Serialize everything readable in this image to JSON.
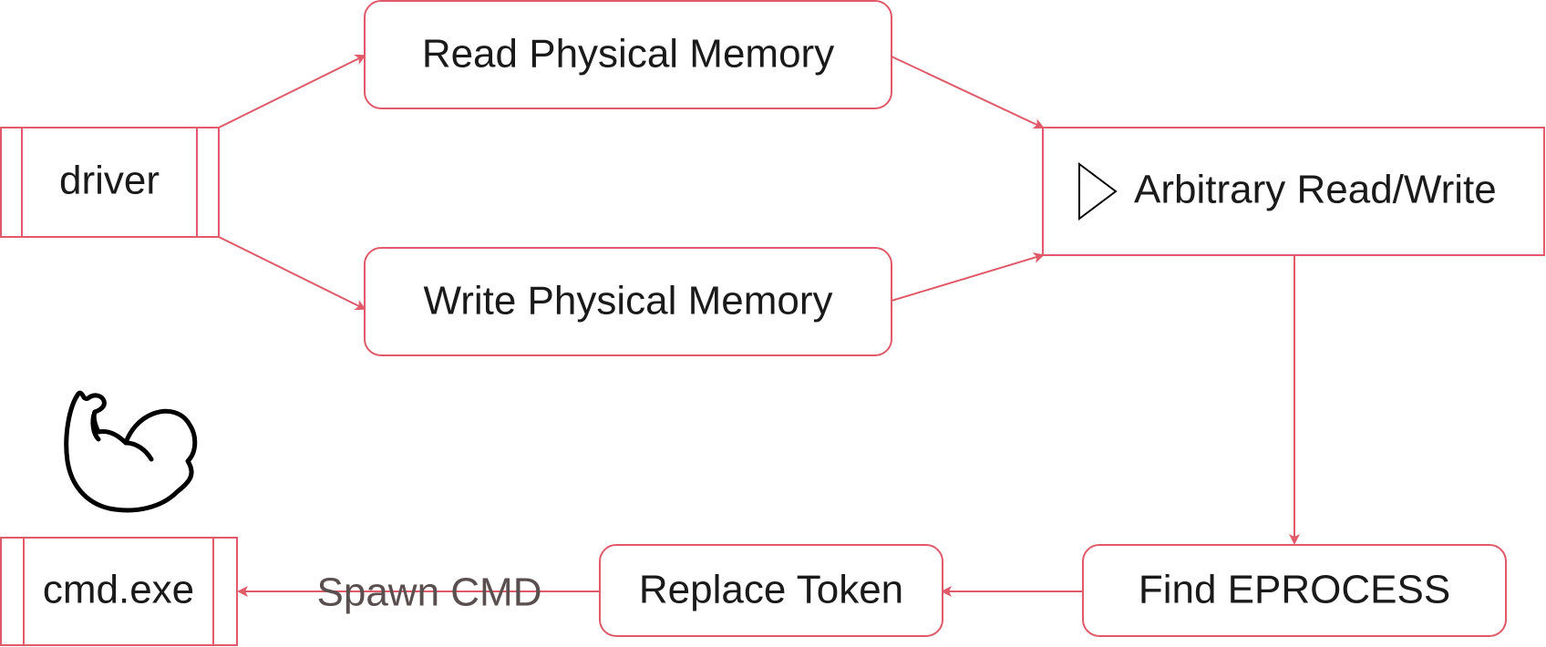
{
  "colors": {
    "stroke": "#e05a6a",
    "text": "#1a1a1a",
    "edge_label_text": "#5a4f4f",
    "icon_stroke": "#000000",
    "background": "#ffffff"
  },
  "nodes": {
    "driver": {
      "label": "driver",
      "shape": "process"
    },
    "read_physical_memory": {
      "label": "Read Physical Memory",
      "shape": "rounded-rect"
    },
    "write_physical_memory": {
      "label": "Write Physical Memory",
      "shape": "rounded-rect"
    },
    "arbitrary_read_write": {
      "label": "Arbitrary Read/Write",
      "shape": "rect",
      "icon": "play-triangle-icon"
    },
    "find_eprocess": {
      "label": "Find EPROCESS",
      "shape": "rounded-rect"
    },
    "replace_token": {
      "label": "Replace Token",
      "shape": "rounded-rect"
    },
    "cmd_exe": {
      "label": "cmd.exe",
      "shape": "process",
      "icon_above": "flexed-bicep-icon"
    }
  },
  "edges": [
    {
      "from": "driver",
      "to": "read_physical_memory",
      "label": ""
    },
    {
      "from": "driver",
      "to": "write_physical_memory",
      "label": ""
    },
    {
      "from": "read_physical_memory",
      "to": "arbitrary_read_write",
      "label": ""
    },
    {
      "from": "write_physical_memory",
      "to": "arbitrary_read_write",
      "label": ""
    },
    {
      "from": "arbitrary_read_write",
      "to": "find_eprocess",
      "label": ""
    },
    {
      "from": "find_eprocess",
      "to": "replace_token",
      "label": ""
    },
    {
      "from": "replace_token",
      "to": "cmd_exe",
      "label": "Spawn CMD"
    }
  ]
}
